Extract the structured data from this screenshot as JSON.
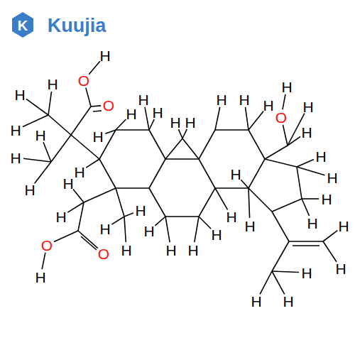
{
  "diagram": {
    "labels": [
      "K",
      "Kuujia",
      "H",
      "O",
      "O",
      "H",
      "H",
      "H",
      "H",
      "H",
      "H",
      "H",
      "H",
      "H",
      "H",
      "H",
      "H",
      "H",
      "H",
      "H",
      "H",
      "H",
      "O",
      "H",
      "H",
      "H",
      "H",
      "H",
      "H",
      "H",
      "H",
      "H",
      "H",
      "H",
      "H",
      "H",
      "H",
      "H",
      "H",
      "H",
      "H",
      "H",
      "H",
      "H",
      "H",
      "H",
      "O",
      "O",
      "H"
    ]
  }
}
